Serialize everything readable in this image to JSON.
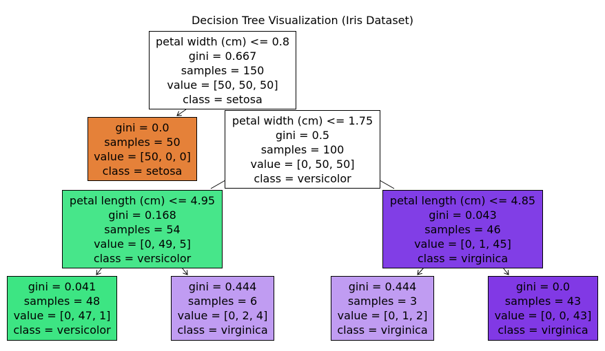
{
  "title": "Decision Tree Visualization (Iris Dataset)",
  "colors": {
    "setosa": "#e58139",
    "versicolor": "#47e68a",
    "versicolor_light": "#39e581",
    "virginica_dark": "#8139e5",
    "virginica_medium": "#813ee6",
    "virginica_light": "#c09cf2",
    "impure": "#ffffff"
  },
  "nodes": {
    "root": {
      "line1": "petal width (cm) <= 0.8",
      "line2": "gini = 0.667",
      "line3": "samples = 150",
      "line4": "value = [50, 50, 50]",
      "line5": "class = setosa"
    },
    "n1": {
      "line1": "gini = 0.0",
      "line2": "samples = 50",
      "line3": "value = [50, 0, 0]",
      "line4": "class = setosa"
    },
    "n2": {
      "line1": "petal width (cm) <= 1.75",
      "line2": "gini = 0.5",
      "line3": "samples = 100",
      "line4": "value = [0, 50, 50]",
      "line5": "class = versicolor"
    },
    "n3": {
      "line1": "petal length (cm) <= 4.95",
      "line2": "gini = 0.168",
      "line3": "samples = 54",
      "line4": "value = [0, 49, 5]",
      "line5": "class = versicolor"
    },
    "n4": {
      "line1": "petal length (cm) <= 4.85",
      "line2": "gini = 0.043",
      "line3": "samples = 46",
      "line4": "value = [0, 1, 45]",
      "line5": "class = virginica"
    },
    "n5": {
      "line1": "gini = 0.041",
      "line2": "samples = 48",
      "line3": "value = [0, 47, 1]",
      "line4": "class = versicolor"
    },
    "n6": {
      "line1": "gini = 0.444",
      "line2": "samples = 6",
      "line3": "value = [0, 2, 4]",
      "line4": "class = virginica"
    },
    "n7": {
      "line1": "gini = 0.444",
      "line2": "samples = 3",
      "line3": "value = [0, 1, 2]",
      "line4": "class = virginica"
    },
    "n8": {
      "line1": "gini = 0.0",
      "line2": "samples = 43",
      "line3": "value = [0, 0, 43]",
      "line4": "class = virginica"
    }
  }
}
